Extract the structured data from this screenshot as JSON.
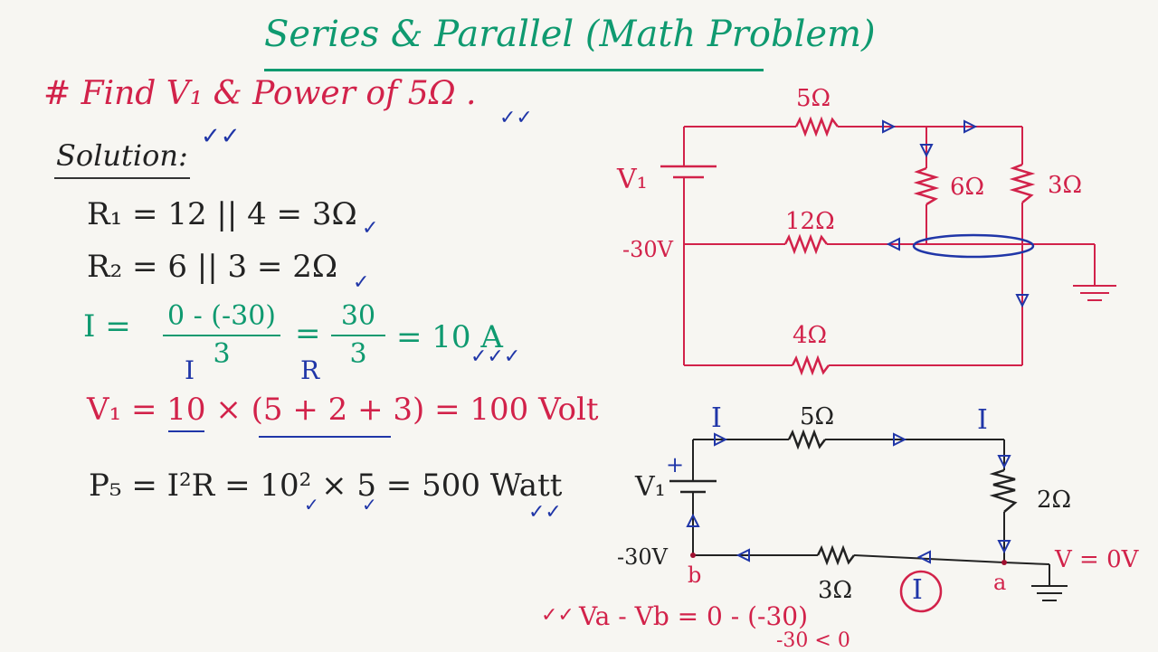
{
  "title": "Series & Parallel (Math Problem)",
  "question": "# Find V₁ & Power of 5Ω .",
  "solution_label": "Solution:",
  "steps": {
    "r1": "R₁ = 12 || 4 = 3Ω",
    "r2": "R₂ = 6 || 3 = 2Ω",
    "i_lhs": "I =",
    "i_num": "0 - (-30)",
    "i_den": "3",
    "i_eq": "=",
    "i_num2": "30",
    "i_den2": "3",
    "i_result": "= 10 A",
    "i_over": "I",
    "r_over": "R",
    "v1": "V₁ = 10 × (5 + 2 + 3) = 100 Volt",
    "p5": "P₅ = I²R = 10² × 5 = 500 Watt"
  },
  "circuit1": {
    "v1": "V₁",
    "r5": "5Ω",
    "r6": "6Ω",
    "r3": "3Ω",
    "r12": "12Ω",
    "v30": "-30V",
    "r4": "4Ω"
  },
  "circuit2": {
    "i_left": "I",
    "r5": "5Ω",
    "i_right": "I",
    "v1": "V₁",
    "plus": "+",
    "r2": "2Ω",
    "v30": "-30V",
    "node_b": "b",
    "node_a": "a",
    "v0": "V = 0V",
    "r3": "3Ω",
    "i_circle": "I",
    "eq": "Va - Vb = 0 - (-30)",
    "eq2": "-30 < 0"
  },
  "colors": {
    "wire": "#d2224a",
    "resistor": "#d2224a",
    "resistor2": "#333333",
    "arrow": "#2036a8",
    "text_green": "#0f9a70",
    "text_red": "#d2224a",
    "text_blue": "#2036a8",
    "text_black": "#222222"
  }
}
